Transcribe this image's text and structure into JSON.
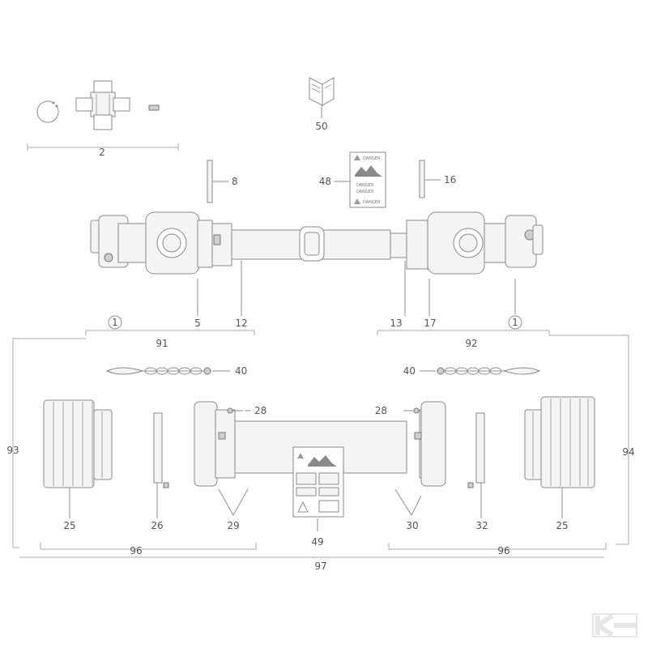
{
  "callouts": {
    "c1": "2",
    "c2": "50",
    "c3": "8",
    "c4": "48",
    "c5": "16",
    "c6": "1",
    "c7": "5",
    "c8": "12",
    "c9": "13",
    "c10": "17",
    "c11": "1",
    "c12": "91",
    "c13": "92",
    "c14": "40",
    "c15": "40",
    "c16": "93",
    "c17": "94",
    "c18": "28",
    "c19": "28",
    "c20": "25",
    "c21": "26",
    "c22": "29",
    "c23": "49",
    "c24": "30",
    "c25": "32",
    "c26": "25",
    "c27": "96",
    "c28": "96",
    "c29": "97"
  },
  "decal_48_text": [
    "DANGER",
    "DANGER",
    "DANGER",
    "DANGER"
  ],
  "brand_logo": "K",
  "colors": {
    "line": "#8a8a8a",
    "part_fill": "#f4f4f4",
    "dark_part": "#cfcfcf",
    "label": "#555555",
    "logo": "#e6e6e6"
  }
}
